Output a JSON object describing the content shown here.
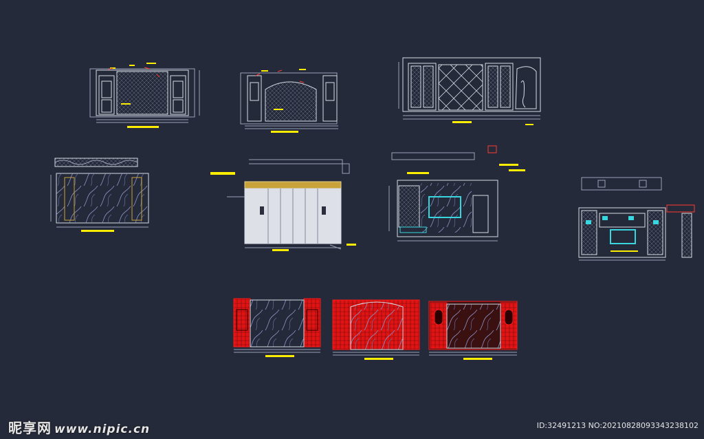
{
  "watermark": {
    "brand": "昵享网",
    "url": "www.nipic.cn",
    "id_text": "ID:32491213 NO:20210828093343238102"
  },
  "colors": {
    "background": "#252a3a",
    "line": "#d8dce6",
    "dim": "#9aa3b8",
    "tag": "#ffee00",
    "accent_red": "#ff1a1a",
    "cyan": "#39d6e0",
    "wood": "#c9a23a"
  },
  "drawings": [
    {
      "name": "elevation-1"
    },
    {
      "name": "elevation-2"
    },
    {
      "name": "elevation-3"
    },
    {
      "name": "elevation-4"
    },
    {
      "name": "elevation-5"
    },
    {
      "name": "elevation-6"
    },
    {
      "name": "elevation-7"
    },
    {
      "name": "red-elevation-1"
    },
    {
      "name": "red-elevation-2"
    },
    {
      "name": "red-elevation-3"
    }
  ]
}
